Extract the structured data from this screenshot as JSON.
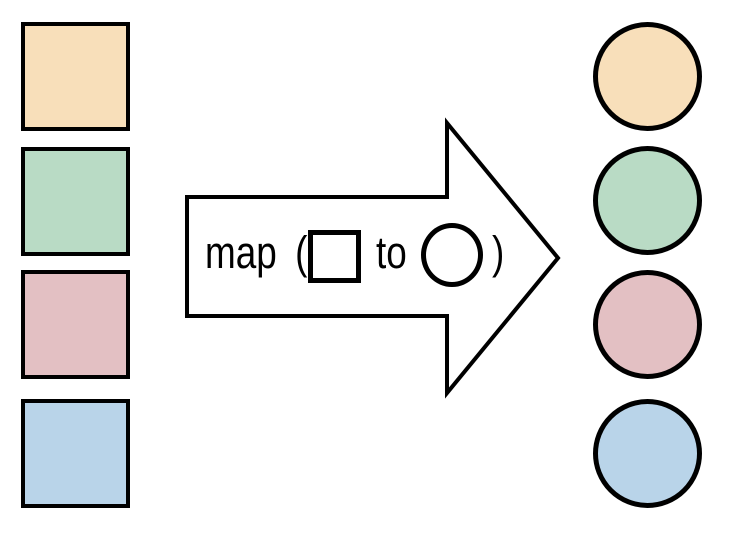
{
  "figure": {
    "background": "#ffffff",
    "outline_color": "#000000",
    "inputs": {
      "shape": "square",
      "items": [
        {
          "color_name": "tan",
          "fill": "#F8DFBA"
        },
        {
          "color_name": "green",
          "fill": "#B9DBC5"
        },
        {
          "color_name": "pink",
          "fill": "#E3C0C3"
        },
        {
          "color_name": "blue",
          "fill": "#B9D4E9"
        }
      ]
    },
    "outputs": {
      "shape": "circle",
      "items": [
        {
          "color_name": "tan",
          "fill": "#F8DFBA"
        },
        {
          "color_name": "green",
          "fill": "#B9DBC5"
        },
        {
          "color_name": "pink",
          "fill": "#E3C0C3"
        },
        {
          "color_name": "blue",
          "fill": "#B9D4E9"
        }
      ]
    },
    "arrow": {
      "fill": "#ffffff",
      "label": {
        "prefix": "map (",
        "connector": "to",
        "suffix": ")",
        "argument_icon": "square-outline-icon",
        "result_icon": "circle-outline-icon"
      }
    }
  }
}
